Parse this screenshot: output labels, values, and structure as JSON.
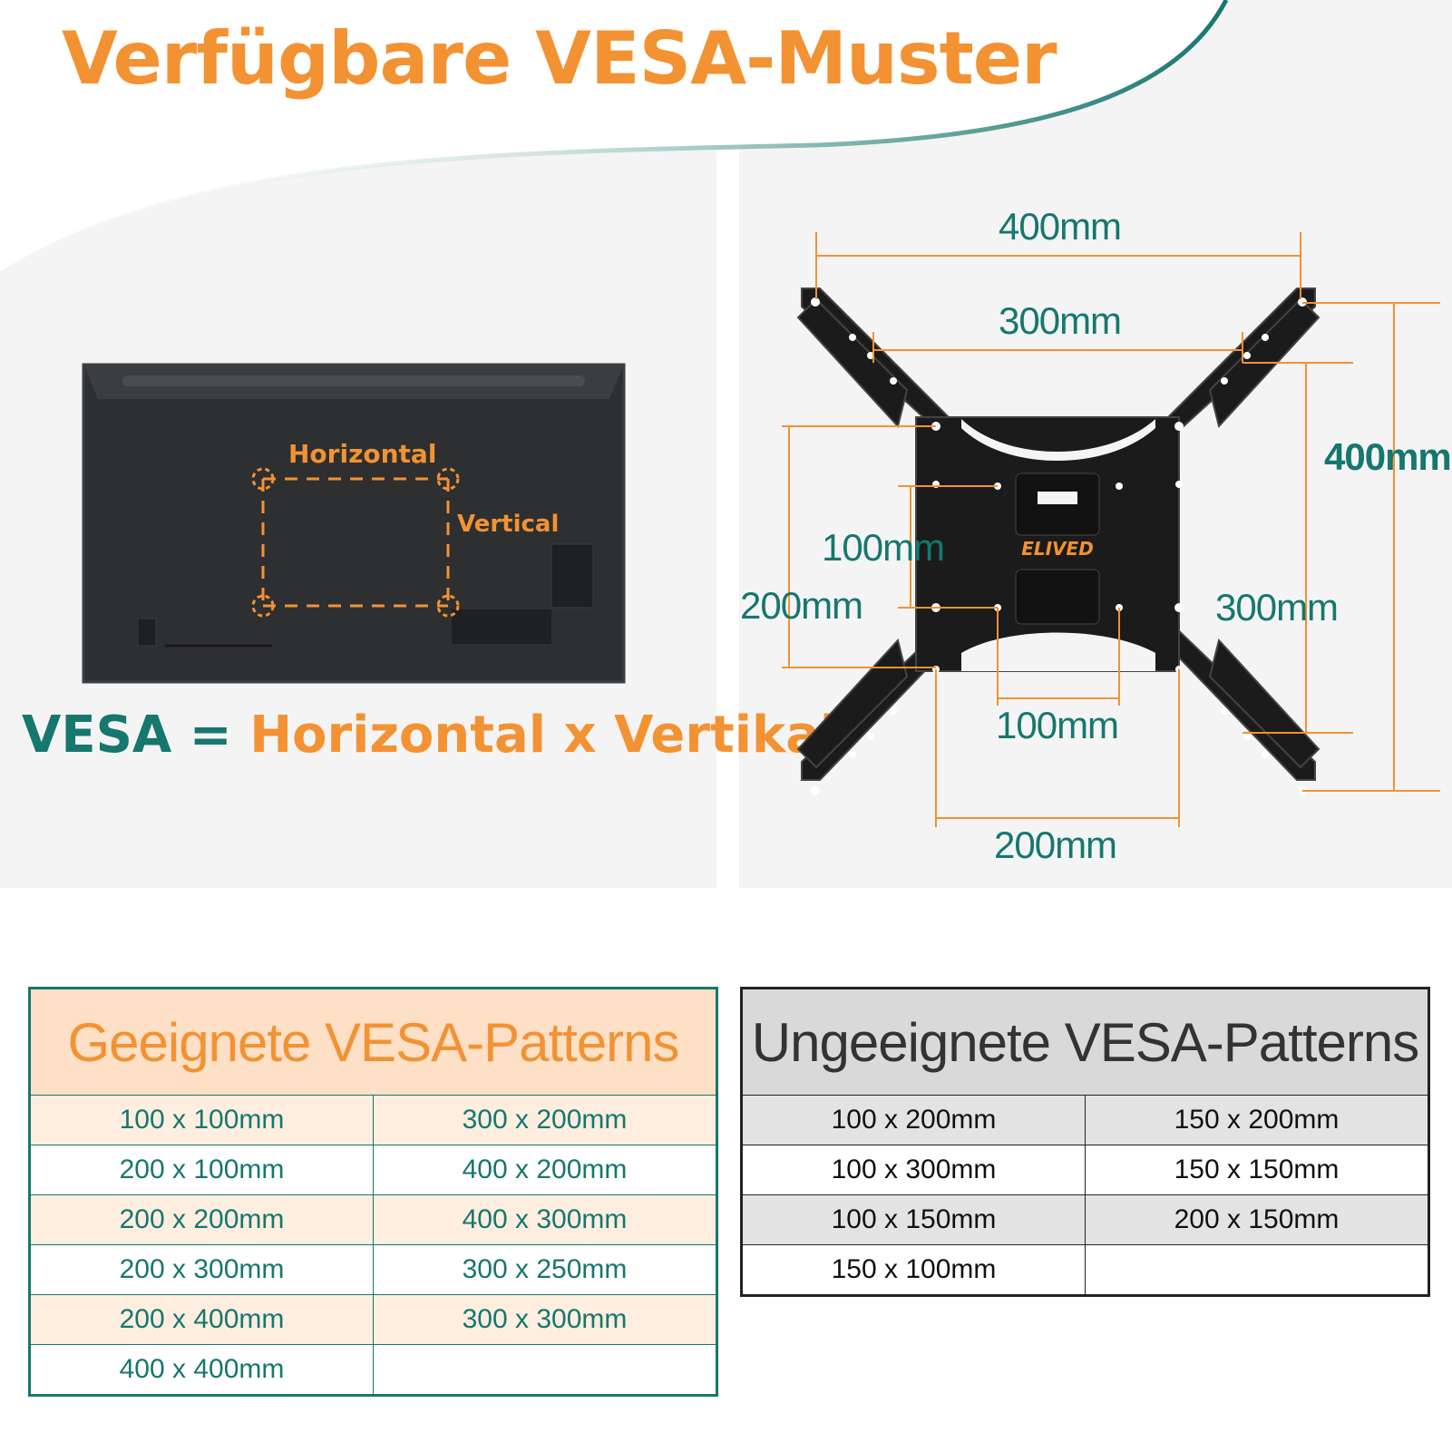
{
  "title": "Verfügbare VESA-Muster",
  "tv_diagram": {
    "horizontal_label": "Horizontal",
    "vertical_label": "Vertical"
  },
  "formula": {
    "left": "VESA =",
    "right": "Horizontal x Vertikal"
  },
  "bracket": {
    "brand": "ELIVED",
    "dims": {
      "top_400": "400mm",
      "top_300": "300mm",
      "right_400": "400mm",
      "right_300": "300mm",
      "left_100": "100mm",
      "left_200": "200mm",
      "bottom_100": "100mm",
      "bottom_200": "200mm"
    }
  },
  "colors": {
    "orange": "#f39233",
    "teal": "#16776e",
    "bracket": "#1b1b1b",
    "tv_back": "#2d2f31"
  },
  "suitable": {
    "heading": "Geeignete VESA-Patterns",
    "rows": [
      [
        "100 x 100mm",
        "300 x 200mm"
      ],
      [
        "200 x 100mm",
        "400 x 200mm"
      ],
      [
        "200 x 200mm",
        "400 x 300mm"
      ],
      [
        "200 x 300mm",
        "300 x 250mm"
      ],
      [
        "200 x 400mm",
        "300 x 300mm"
      ],
      [
        "400 x 400mm",
        ""
      ]
    ]
  },
  "unsuitable": {
    "heading": "Ungeeignete VESA-Patterns",
    "rows": [
      [
        "100 x 200mm",
        "150 x 200mm"
      ],
      [
        "100 x 300mm",
        "150 x 150mm"
      ],
      [
        "100 x 150mm",
        "200 x 150mm"
      ],
      [
        "150 x 100mm",
        ""
      ]
    ]
  }
}
